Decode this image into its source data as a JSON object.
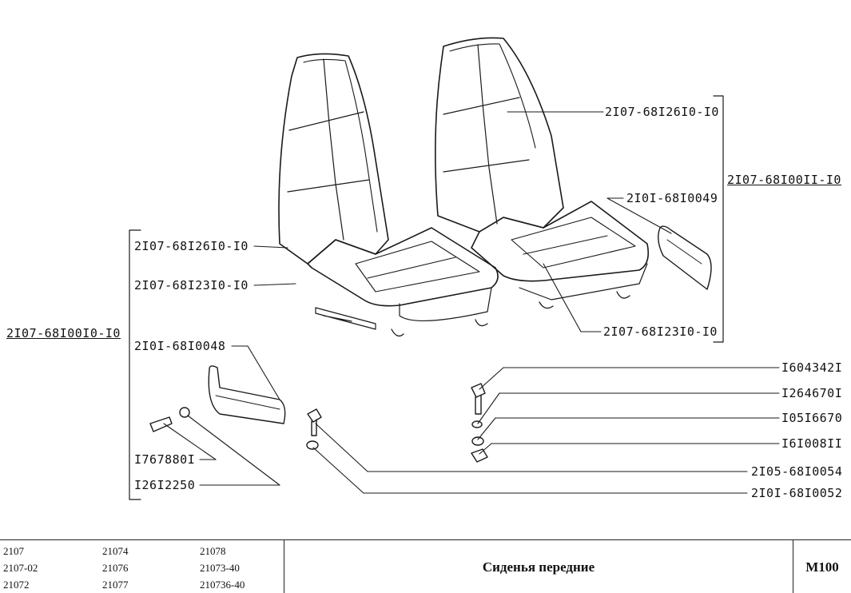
{
  "callouts": {
    "backrest_left": "2I07-68I26I0-I0",
    "cushion_left": "2I07-68I23I0-I0",
    "seat_left_assembly": "2I07-68I00I0-I0",
    "trim_left": "2I0I-68I0048",
    "screw": "I767880I",
    "washer_left": "I26I2250",
    "backrest_right": "2I07-68I26I0-I0",
    "seat_right_assembly": "2I07-68I00II-I0",
    "trim_right": "2I0I-68I0049",
    "cushion_right": "2I07-68I23I0-I0",
    "bolt_a": "I604342I",
    "washer_a": "I264670I",
    "washer_b": "I05I6670",
    "nut": "I6I008II",
    "bolt_b": "2I05-68I0054",
    "washer_c": "2I0I-68I0052"
  },
  "title_block": {
    "models": [
      [
        "2107",
        "21074",
        "21078"
      ],
      [
        "2107-02",
        "21076",
        "21073-40"
      ],
      [
        "21072",
        "21077",
        "210736-40"
      ]
    ],
    "title": "Сиденья передние",
    "code": "M100"
  }
}
